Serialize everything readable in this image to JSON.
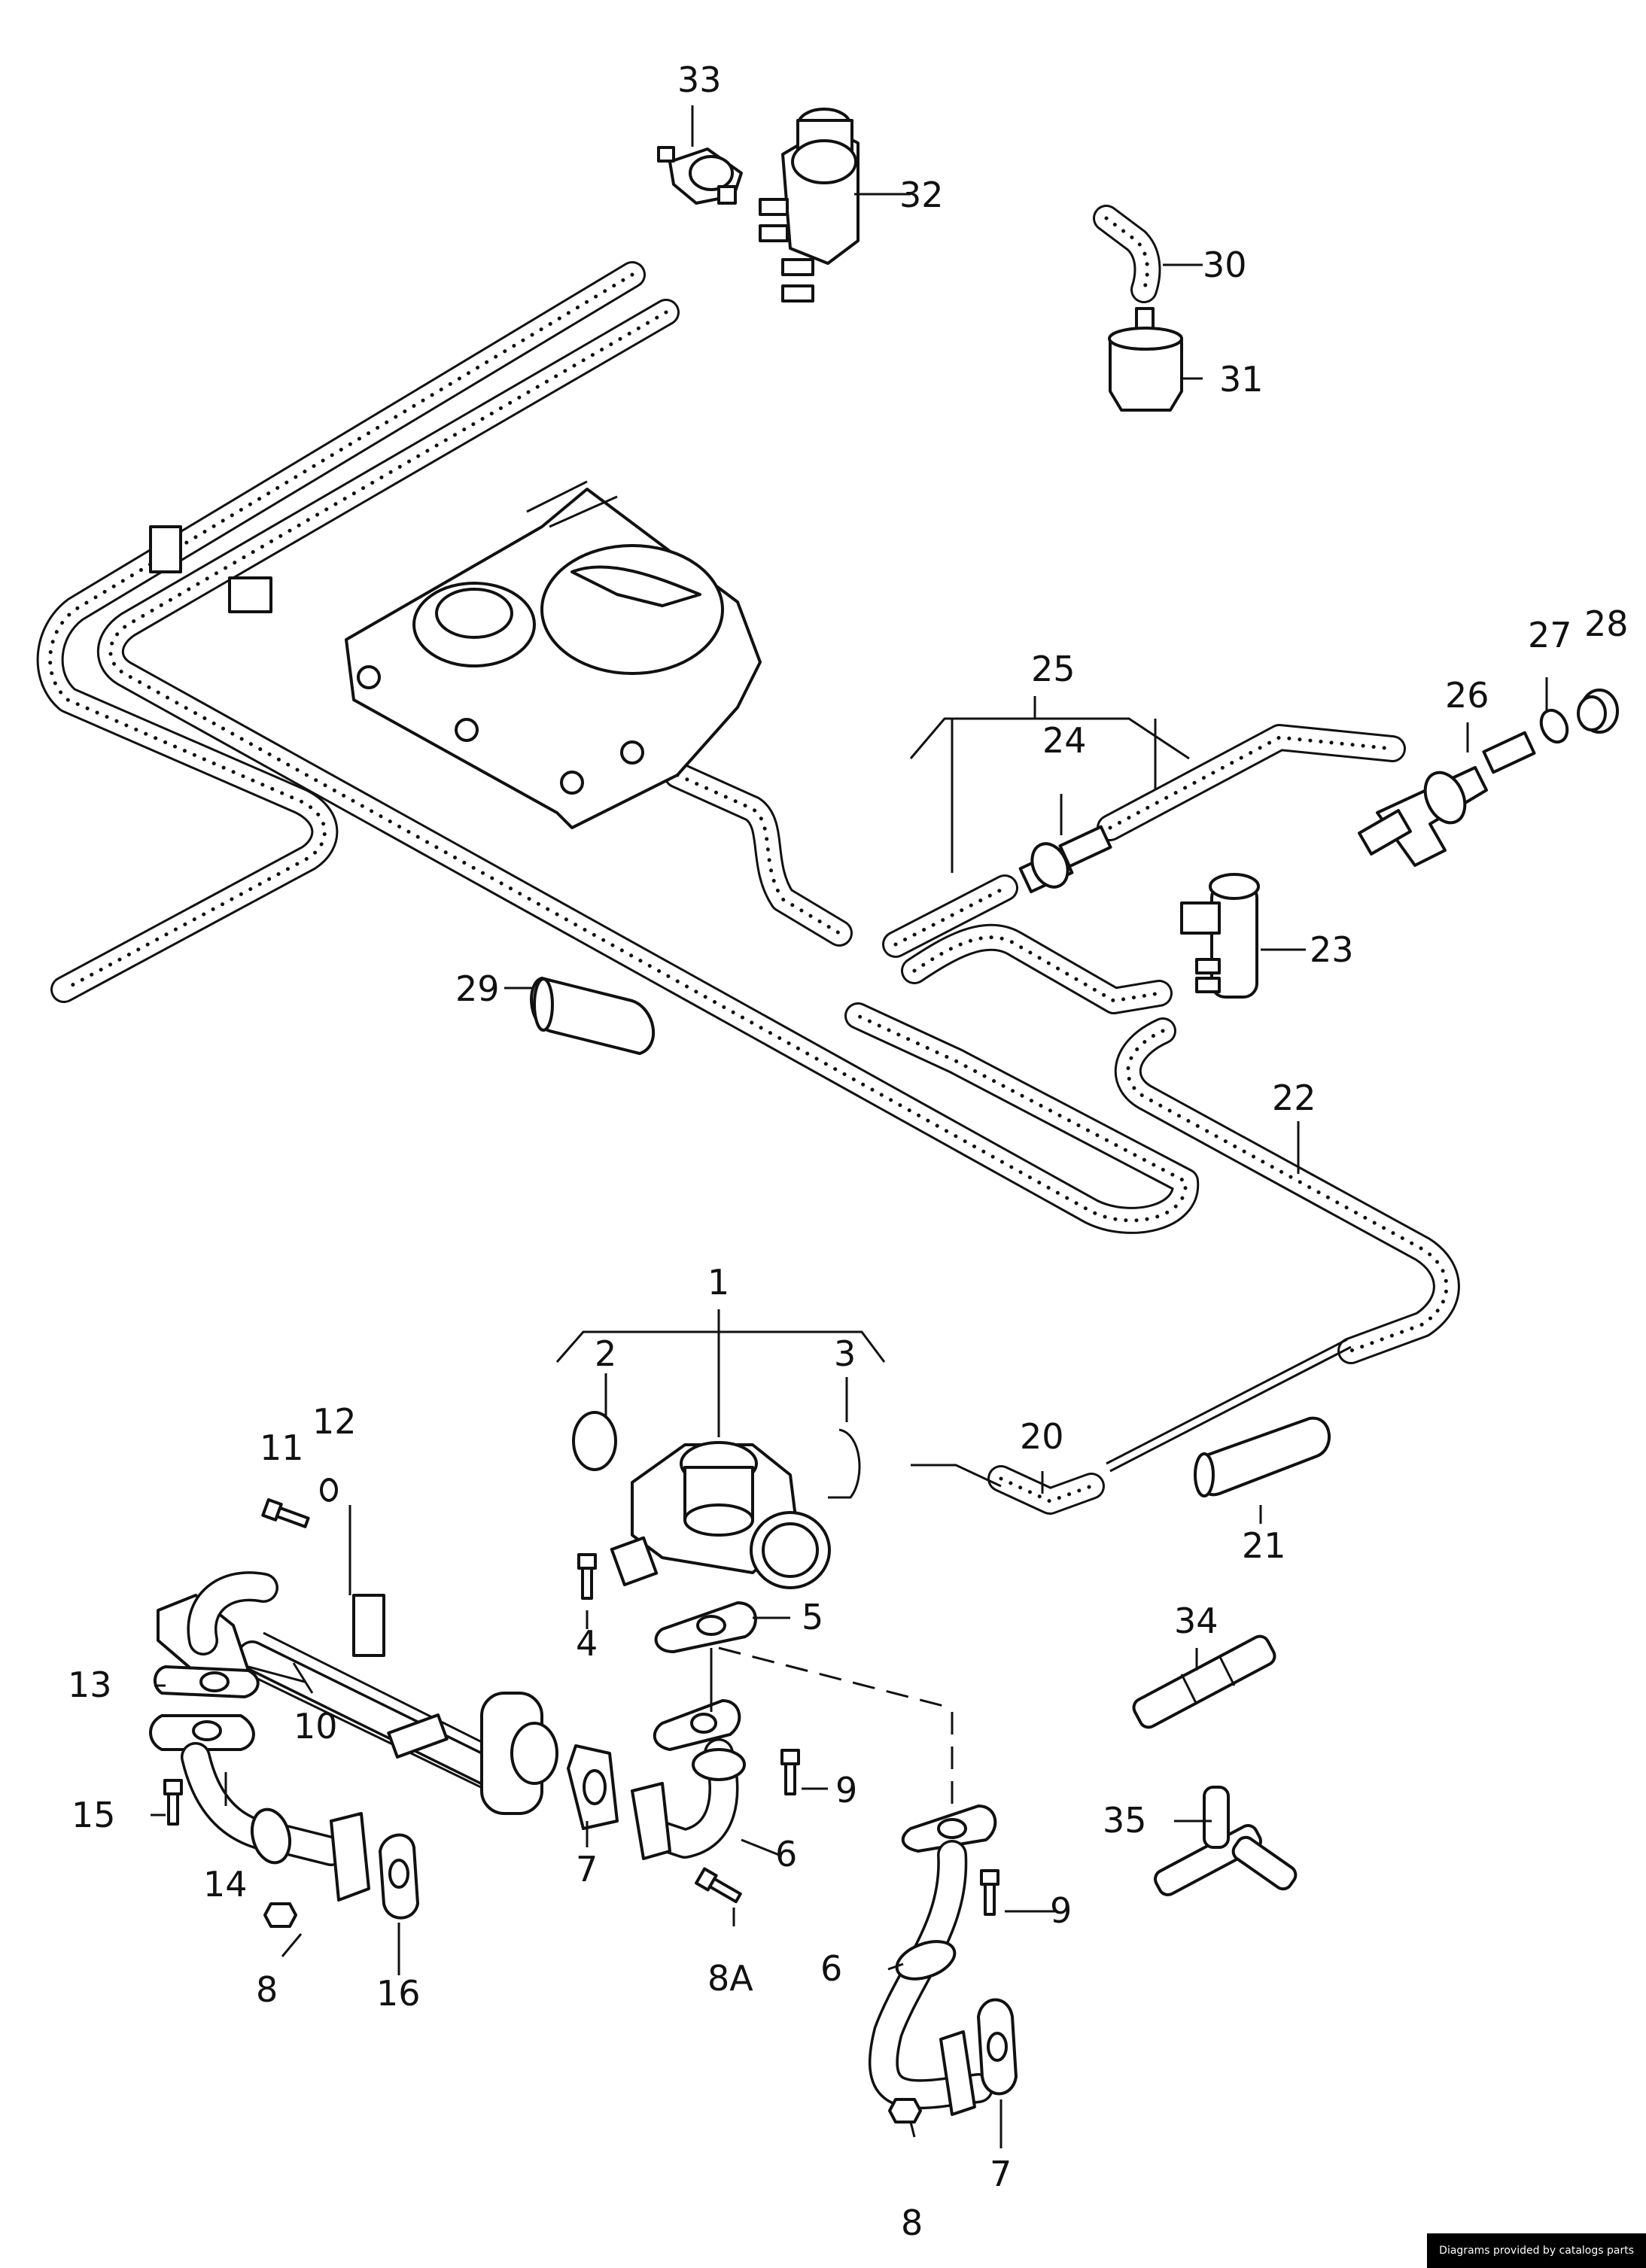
{
  "labels": {
    "l1": "1",
    "l2": "2",
    "l3": "3",
    "l4": "4",
    "l5": "5",
    "l6a": "6",
    "l6b": "6",
    "l7a": "7",
    "l7b": "7",
    "l8a": "8",
    "l8b": "8",
    "l8A": "8A",
    "l9a": "9",
    "l9b": "9",
    "l10": "10",
    "l11": "11",
    "l12": "12",
    "l13": "13",
    "l14": "14",
    "l15": "15",
    "l16": "16",
    "l20": "20",
    "l21": "21",
    "l22": "22",
    "l23": "23",
    "l24": "24",
    "l25": "25",
    "l26": "26",
    "l27": "27",
    "l28": "28",
    "l29": "29",
    "l30": "30",
    "l31": "31",
    "l32": "32",
    "l33": "33",
    "l34": "34",
    "l35": "35"
  },
  "footer": {
    "credit": "Diagrams provided by catalogs parts"
  }
}
